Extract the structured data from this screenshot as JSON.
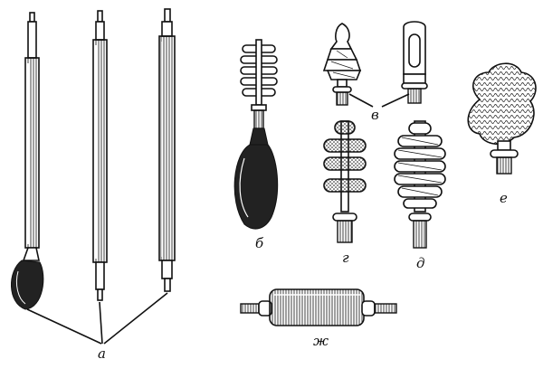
{
  "labels": {
    "a": "а",
    "b": "б",
    "v": "в",
    "g": "г",
    "d": "д",
    "e": "е",
    "zh": "ж"
  },
  "colors": {
    "ink": "#111111",
    "paper": "#ffffff"
  }
}
